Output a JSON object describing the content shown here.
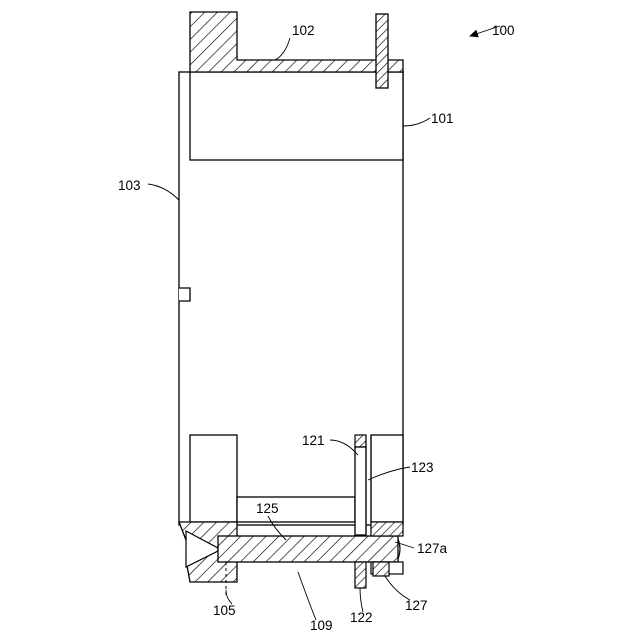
{
  "figure": {
    "labels": {
      "assembly": "100",
      "outer_ring": "101",
      "flange": "102",
      "inner_body": "103",
      "countersunk_hole": "105",
      "gap": "109",
      "plate": "121",
      "plate_lower": "122",
      "plate_gap": "123",
      "pin": "125",
      "clip": "127",
      "clip_tab": "127a"
    }
  }
}
